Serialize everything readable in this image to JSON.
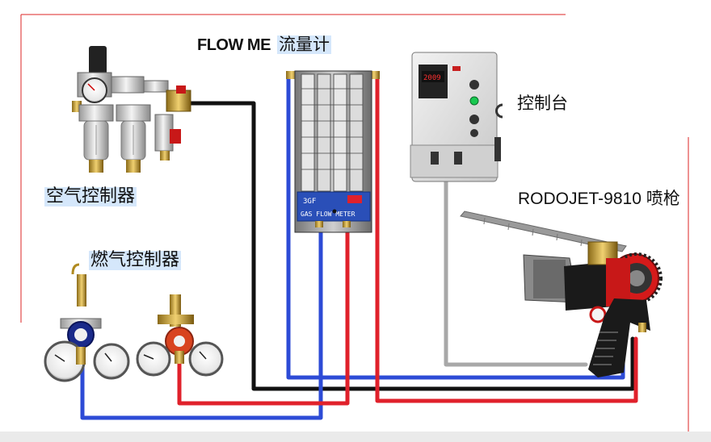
{
  "labels": {
    "air_controller": "空气控制器",
    "fuel_controller": "燃气控制器",
    "flow_meter_en": "FLOW ME",
    "flow_meter_cn": "流量计",
    "console": "控制台",
    "spray_gun": "RODOJET-9810 喷枪"
  },
  "panel_text": {
    "meter_badge": "3GF",
    "meter_plate": "GAS FLOW METER",
    "console_display": "2009"
  },
  "colors": {
    "air_line": "#111111",
    "oxygen_line": "#2d4bd6",
    "fuel_line": "#e0212b",
    "control_line": "#a8a8a8",
    "frame_line": "#e03030",
    "label_highlight": "#d5e7fb"
  }
}
